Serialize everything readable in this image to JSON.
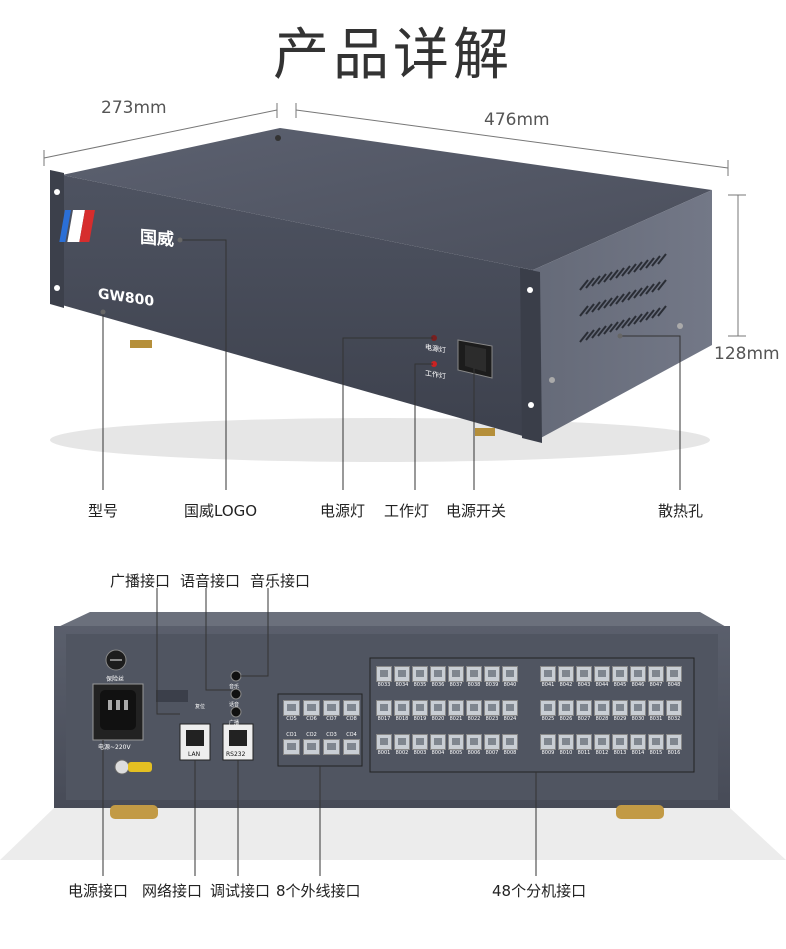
{
  "title": "产品详解",
  "dimensions": {
    "depth": "273mm",
    "width": "476mm",
    "height": "128mm"
  },
  "device": {
    "brand": "国威",
    "model": "GW800",
    "power_led": "电源灯",
    "work_led": "工作灯"
  },
  "front_labels": {
    "model": "型号",
    "logo": "国威LOGO",
    "power_light": "电源灯",
    "work_light": "工作灯",
    "power_switch": "电源开关",
    "vents": "散热孔"
  },
  "rear_top_labels": {
    "broadcast": "广播接口",
    "voice": "语音接口",
    "music": "音乐接口"
  },
  "rear_bottom_labels": {
    "power": "电源接口",
    "network": "网络接口",
    "debug": "调试接口",
    "trunk": "8个外线接口",
    "extensions": "48个分机接口"
  },
  "rear_panel": {
    "fuse": "保险丝",
    "power": "电源~220V",
    "reset": "复位",
    "music_jack": "音乐",
    "voice_jack": "话音",
    "broadcast_jack": "广播",
    "lan": "LAN",
    "rs232": "RS232",
    "co_top": [
      "CO5",
      "CO6",
      "CO7",
      "CO8"
    ],
    "co_bottom": [
      "CO1",
      "CO2",
      "CO3",
      "CO4"
    ],
    "ext_row1_left": [
      "8033",
      "8034",
      "8035",
      "8036",
      "8037",
      "8038",
      "8039",
      "8040"
    ],
    "ext_row2_left": [
      "8017",
      "8018",
      "8019",
      "8020",
      "8021",
      "8022",
      "8023",
      "8024"
    ],
    "ext_row3_left": [
      "8001",
      "8002",
      "8003",
      "8004",
      "8005",
      "8006",
      "8007",
      "8008"
    ],
    "ext_row1_right": [
      "8041",
      "8042",
      "8043",
      "8044",
      "8045",
      "8046",
      "8047",
      "8048"
    ],
    "ext_row2_right": [
      "8025",
      "8026",
      "8027",
      "8028",
      "8029",
      "8030",
      "8031",
      "8032"
    ],
    "ext_row3_right": [
      "8009",
      "8010",
      "8011",
      "8012",
      "8013",
      "8014",
      "8015",
      "8016"
    ]
  },
  "colors": {
    "chassis": "#4a4f5c",
    "chassis_dark": "#353944",
    "panel": "#565b68",
    "port": "#c9ced4"
  }
}
